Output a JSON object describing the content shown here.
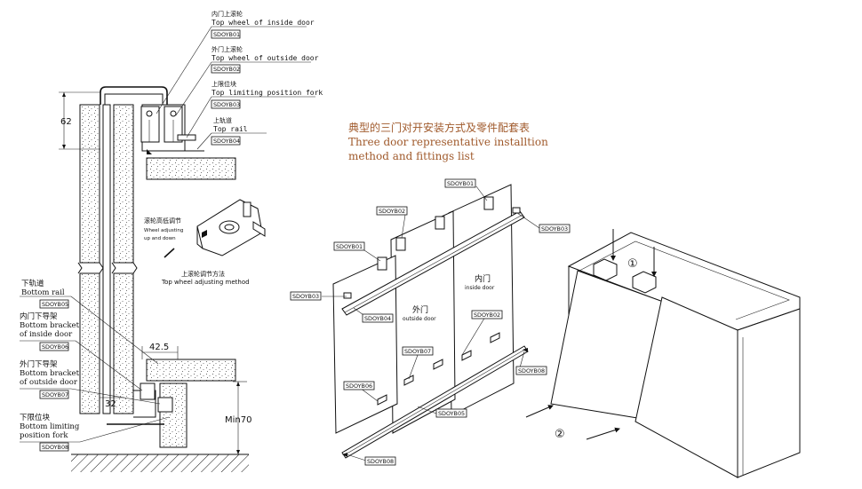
{
  "title": {
    "zh": "典型的三门对开安装方式及零件配套表",
    "en_line1": "Three door representative installtion",
    "en_line2": "method and fittings list"
  },
  "left_labels": {
    "top_wheel_inside": {
      "zh": "内门上滚轮",
      "en": "Top wheel of inside door",
      "code": "SDOYB01"
    },
    "top_wheel_outside": {
      "zh": "外门上滚轮",
      "en": "Top wheel of outside door",
      "code": "SDOYB02"
    },
    "top_limiting": {
      "zh": "上限位块",
      "en": "Top limiting position fork",
      "code": "SDOYB03"
    },
    "top_rail": {
      "zh": "上轨道",
      "en": "Top rail",
      "code": "SDOYB04"
    },
    "bottom_rail": {
      "zh": "下轨道",
      "en": "Bottom rail",
      "code": "SDOYB05"
    },
    "bottom_bracket_inside": {
      "zh": "内门下导架",
      "en1": "Bottom bracket",
      "en2": "of inside door",
      "code": "SDOYB06"
    },
    "bottom_bracket_outside": {
      "zh": "外门下导架",
      "en1": "Bottom bracket",
      "en2": "of outside door",
      "code": "SDOYB07"
    },
    "bottom_limiting": {
      "zh": "下限位块",
      "en1": "Bottom limiting",
      "en2": "position fork",
      "code": "SDOYB08"
    }
  },
  "wheel_adjust": {
    "zh": "滚轮高低调节",
    "en1": "Wheel adjusting",
    "en2": "up and down",
    "method_zh": "上滚轮调节方法",
    "method_en": "Top wheel adjusting method"
  },
  "dimensions": {
    "d62": "62",
    "d42_5": "42.5",
    "d32": "32",
    "min70": "Min70"
  },
  "middle": {
    "tags": {
      "b01": "SDOYB01",
      "b02": "SDOYB02",
      "b01b": "SDOYB01",
      "b03": "SDOYB03",
      "b03r": "SDOYB03",
      "b04": "SDOYB04",
      "b02b": "SDOYB02",
      "b07": "SDOYB07",
      "b06": "SDOYB06",
      "b08r": "SDOYB08",
      "b05": "SDOYB05",
      "b08b": "SDOYB08"
    },
    "outside_door_zh": "外门",
    "outside_door_en": "outside door",
    "inside_door_zh": "内门",
    "inside_door_en": "inside door"
  },
  "right": {
    "step1": "①",
    "step2": "②"
  }
}
